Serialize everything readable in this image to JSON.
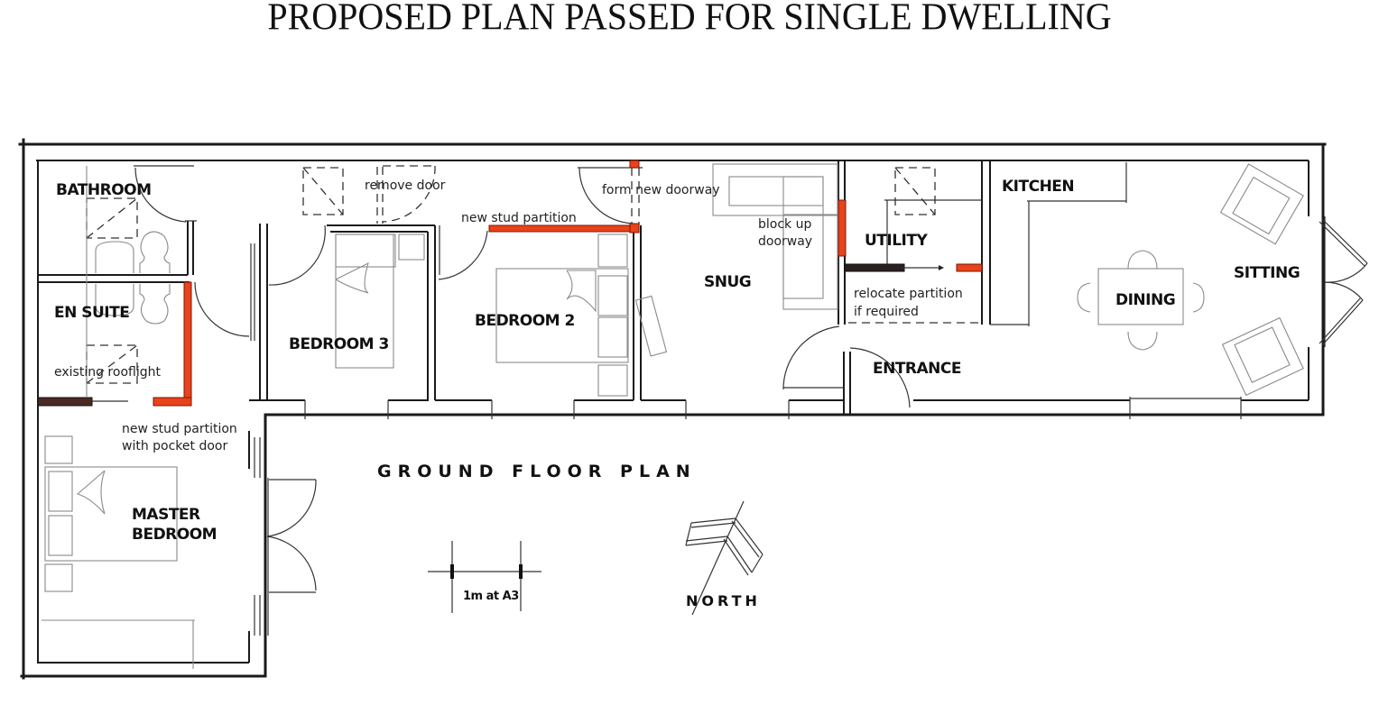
{
  "title": "PROPOSED PLAN PASSED FOR SINGLE DWELLING",
  "plan_heading": "GROUND FLOOR PLAN",
  "rooms": {
    "bathroom": "BATHROOM",
    "en_suite": "EN SUITE",
    "bedroom3": "BEDROOM 3",
    "bedroom2": "BEDROOM 2",
    "snug": "SNUG",
    "utility": "UTILITY",
    "kitchen": "KITCHEN",
    "dining": "DINING",
    "sitting": "SITTING",
    "entrance": "ENTRANCE",
    "master_line1": "MASTER",
    "master_line2": "BEDROOM"
  },
  "notes": {
    "remove_door": "remove door",
    "form_new_doorway": "form new doorway",
    "new_stud_partition": "new stud partition",
    "block_up_line1": "block up",
    "block_up_line2": "doorway",
    "relocate_line1": "relocate partition",
    "relocate_line2": "if required",
    "existing_rooflight": "existing rooflight",
    "pocket_line1": "new stud partition",
    "pocket_line2": "with pocket door"
  },
  "scale_bar": {
    "label": "1m at A3"
  },
  "north_arrow": {
    "label": "NORTH"
  },
  "colors": {
    "new_partition": "#e8431a",
    "wall": "#1a1a1a",
    "furniture": "#8a8a8a",
    "background": "#ffffff"
  }
}
